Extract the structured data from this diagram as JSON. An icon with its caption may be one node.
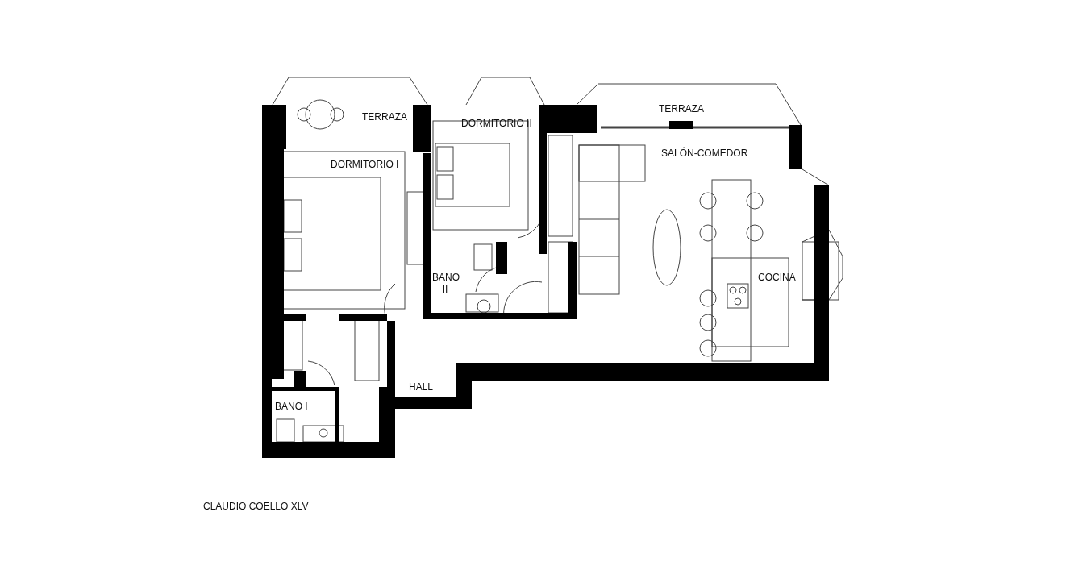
{
  "diagram": {
    "labels": [
      "TERRAZA",
      "DORMITORIO II",
      "TERRAZA",
      "SALÓN-COMEDOR",
      "DORMITORIO I",
      "BAÑO II",
      "COCINA",
      "HALL",
      "BAÑO I",
      "CLAUDIO COELLO XLV"
    ]
  }
}
